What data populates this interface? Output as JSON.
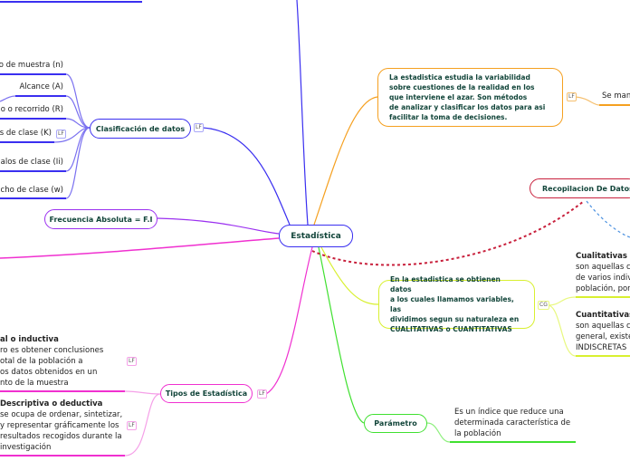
{
  "central": {
    "label": "Estadística"
  },
  "clasificacion": {
    "label": "Clasificación de datos",
    "badge": "LF",
    "items": [
      "o de muestra (n)",
      "Alcance (A)",
      "o o recorrido (R)",
      "s de clase  (K)",
      "alos de clase (Ii)",
      "cho de clase (w)"
    ],
    "item_badge": "LF"
  },
  "frecuencia": {
    "label": "Frecuencia Absoluta = F.I"
  },
  "tipos": {
    "label": "Tipos de Estadística",
    "badge": "LF",
    "inferencial": {
      "title": "al o inductiva",
      "lines": [
        "ro es obtener conclusiones",
        "otal de la población a",
        "os datos obtenidos en un",
        "nto de la muestra"
      ],
      "badge": "LF"
    },
    "descriptiva": {
      "title": "Descriptiva o deductiva",
      "lines": [
        "se ocupa de ordenar, sintetizar,",
        "y representar gráficamente los",
        "resultados recogidos durante la",
        "investigación"
      ],
      "badge": "LF"
    }
  },
  "definicion": {
    "lines": [
      "La estadistica estudia la variabilidad",
      "sobre cuestiones de la realidad en los",
      "que interviene el azar. Son métodos",
      "de analizar y clasificar los datos para asi",
      "facilitar la toma de decisiones."
    ],
    "badge": "LF",
    "child": "Se man"
  },
  "recopilacion": {
    "label": "Recopilacion De Datos"
  },
  "variables": {
    "lines": [
      "En la estadistica se obtienen datos",
      "a los cuales llamamos variables, las",
      "dividimos segun su naturaleza  en",
      "CUALITATIVAS o CUANTITATIVAS"
    ],
    "badge": "CG",
    "cualitativas": {
      "title": "Cualitativas",
      "lines": [
        "son aquellas c",
        "de varios indiv",
        "población, por"
      ]
    },
    "cuantitativas": {
      "title": "Cuantitativas",
      "lines": [
        "son aquellas c",
        "general, existe",
        "INDISCRETAS"
      ]
    }
  },
  "parametro": {
    "label": "Parámetro",
    "desc": [
      "Es un índice que reduce una",
      "determinada característica de",
      "la población"
    ]
  },
  "colors": {
    "blue": "#3a2ff0",
    "purple": "#9b30f0",
    "magenta": "#f030d0",
    "orange": "#f5a020",
    "red": "#c8203c",
    "lime": "#d8f030",
    "green": "#40e030",
    "dashblue": "#4a90e0"
  }
}
